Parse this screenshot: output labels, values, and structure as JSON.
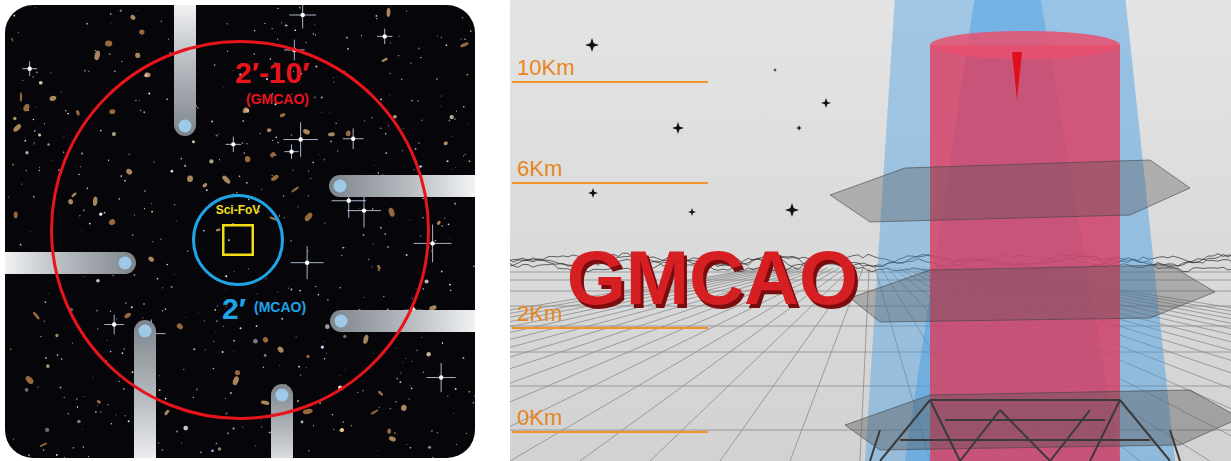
{
  "diagram": {
    "nodes": [
      {
        "text": [
          "2′-10′",
          "(GMCAO)"
        ]
      },
      {
        "text": [
          "2′",
          "(MCAO)"
        ],
        "in": 0
      },
      {
        "text": [
          "Sci-FoV"
        ],
        "in": 1
      }
    ],
    "labels": [
      "10Km",
      "6Km",
      "2Km",
      "0Km",
      "GMCAO"
    ]
  }
}
